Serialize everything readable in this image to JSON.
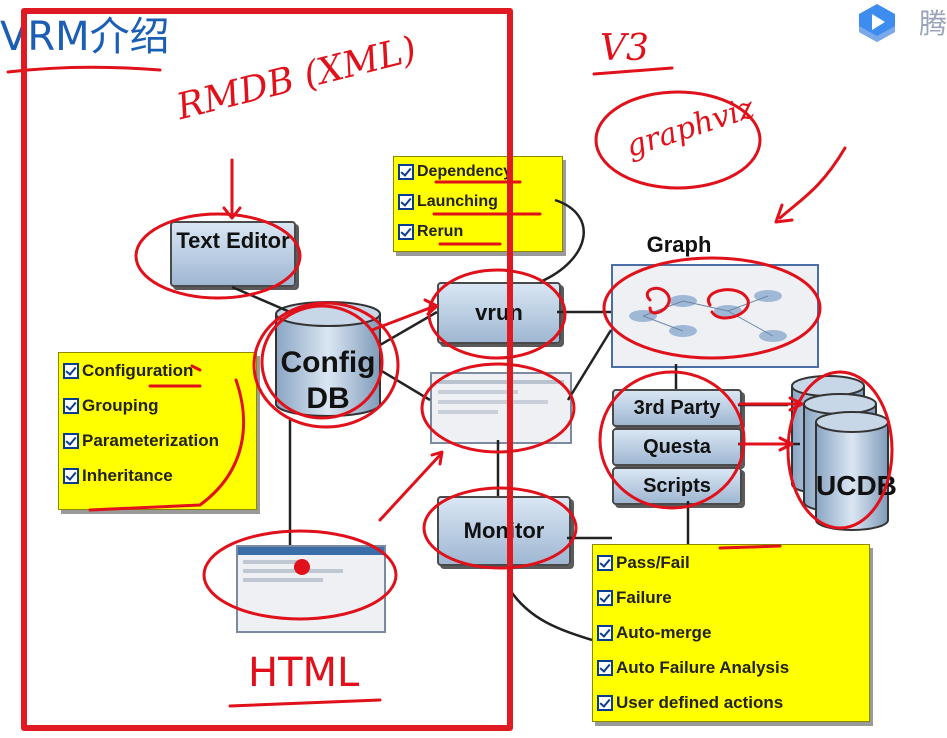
{
  "slide": {
    "title": "VRM介绍",
    "brand_char": "腾",
    "brand_icon": "play-logo-icon"
  },
  "notes_top": {
    "items": [
      "Dependency",
      "Launching",
      "Rerun"
    ]
  },
  "notes_left": {
    "items": [
      "Configuration",
      "Grouping",
      "Parameterization",
      "Inheritance"
    ]
  },
  "notes_bottom": {
    "items": [
      "Pass/Fail",
      "Failure",
      "Auto-merge",
      "Auto Failure Analysis",
      "User defined actions"
    ]
  },
  "boxes": {
    "text_editor": "Text Editor",
    "config_db_line1": "Config",
    "config_db_line2": "DB",
    "vrun": "vrun",
    "monitor": "Monitor",
    "graph": "Graph",
    "third_party": "3rd Party",
    "questa": "Questa",
    "scripts": "Scripts",
    "ucdb": "UCDB"
  },
  "handwriting": {
    "rmdb": "RMDB (XML)",
    "v3": "V3",
    "graphviz": "graphviz",
    "html": "HTML"
  },
  "colors": {
    "title": "#1a5fb4",
    "ink": "#e0111b",
    "note": "#ffff00",
    "frame": "#e01a22"
  }
}
